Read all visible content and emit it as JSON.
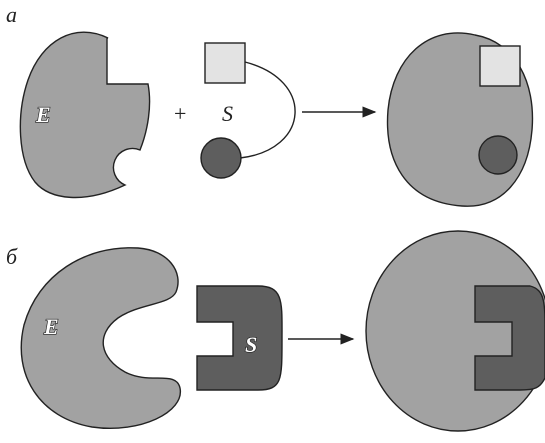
{
  "panel_a": {
    "label": "а",
    "enzyme_label": "E",
    "substrate_label": "S",
    "plus_sign": "+"
  },
  "panel_b": {
    "label": "б",
    "enzyme_label": "E",
    "substrate_label": "S"
  },
  "colors": {
    "enzyme_fill": "#a2a2a2",
    "substrate_square_fill": "#e3e3e3",
    "substrate_circle_fill": "#5e5e5e",
    "substrate_b_fill": "#5e5e5e",
    "outline": "#222222"
  }
}
